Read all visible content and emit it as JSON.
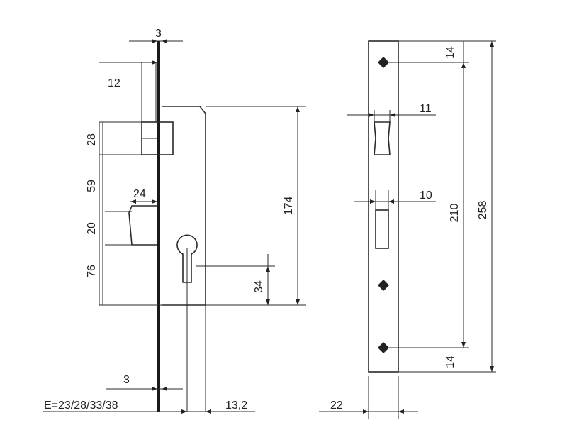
{
  "diagram": {
    "front_view": {
      "dim_faceplate_thickness": "3",
      "dim_latch_width": "12",
      "dim_top_offset": "28",
      "dim_spacing_mid": "59",
      "dim_bolt_width": "24",
      "dim_bolt_height": "20",
      "dim_bottom_offset": "76",
      "dim_case_height": "174",
      "dim_cylinder_offset": "34",
      "dim_bottom_plate_thickness": "3",
      "dim_backset_options": "E=23/28/33/38",
      "dim_cylinder_centre": "13,2"
    },
    "side_view": {
      "dim_top_hole": "14",
      "dim_latch_opening": "11",
      "dim_bolt_opening": "10",
      "dim_between_holes": "210",
      "dim_total_height": "258",
      "dim_bottom_hole": "14",
      "dim_faceplate_width": "22"
    }
  }
}
